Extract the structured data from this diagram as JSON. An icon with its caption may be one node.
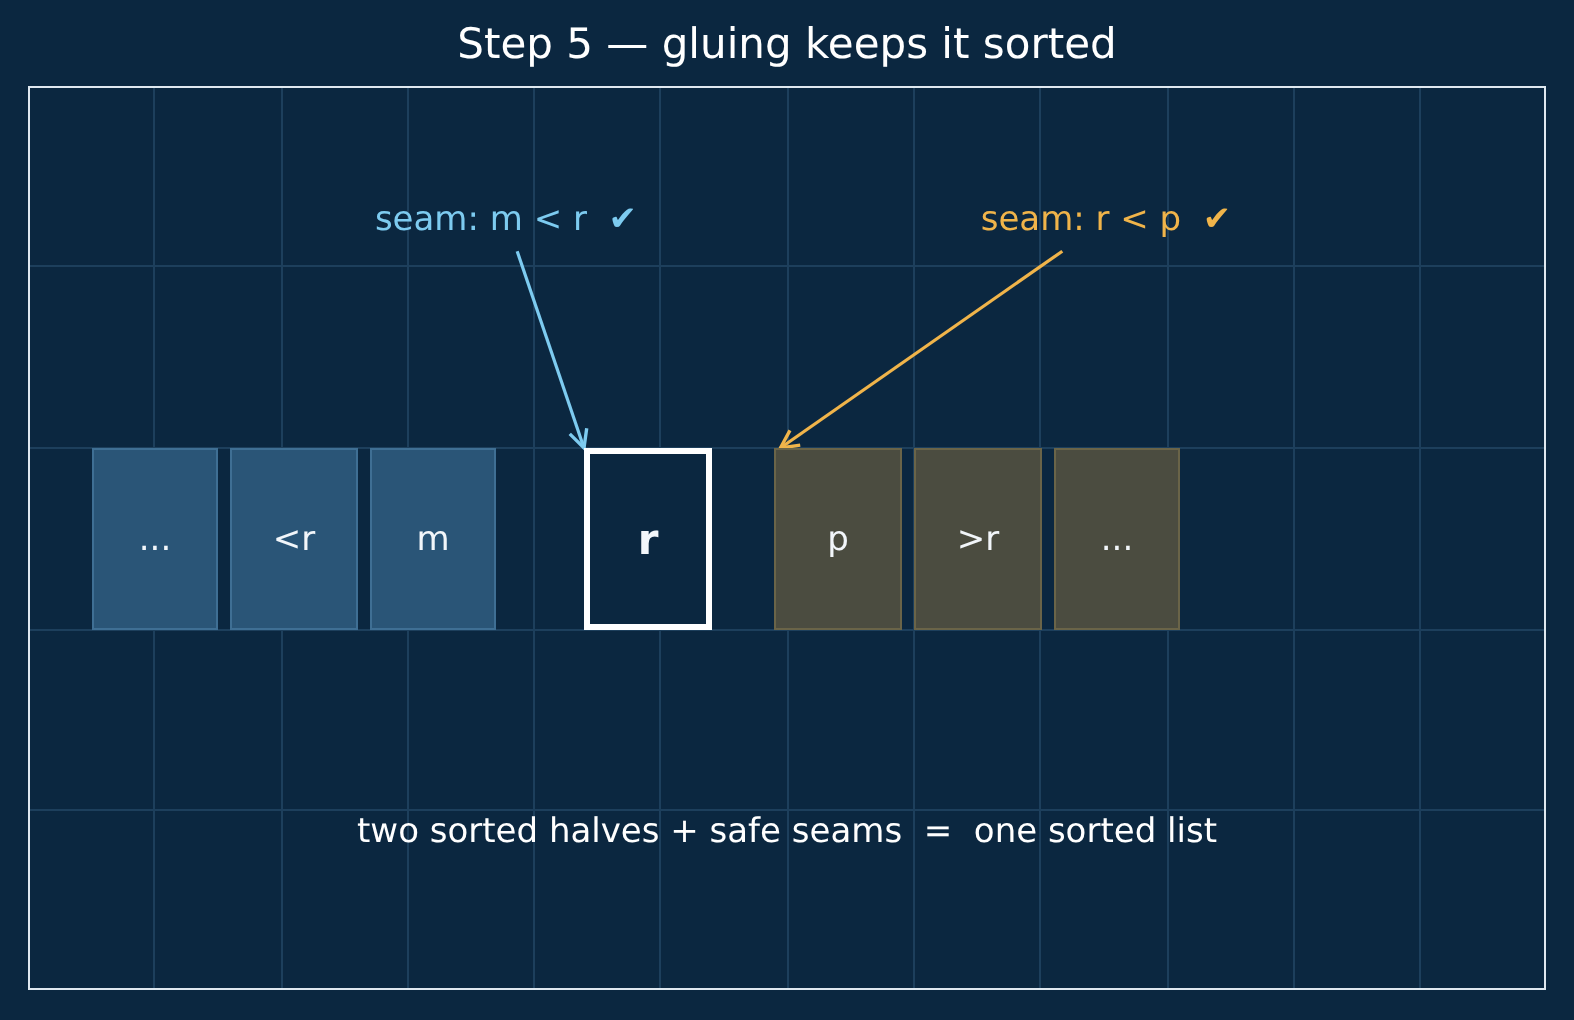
{
  "diagram": {
    "title": "Step 5 — gluing keeps it sorted",
    "nodes": [
      {
        "text": [
          "seam: m < r  ✔"
        ]
      },
      {
        "text": [
          "seam: r < p  ✔"
        ]
      },
      {
        "text": [
          "..."
        ]
      },
      {
        "text": [
          "<r"
        ]
      },
      {
        "text": [
          "m"
        ]
      },
      {
        "text": [
          "r"
        ]
      },
      {
        "text": [
          "p"
        ]
      },
      {
        "text": [
          ">r"
        ]
      },
      {
        "text": [
          "..."
        ]
      }
    ],
    "edges": [
      {
        "from": 0,
        "to": 5,
        "arrow": "to",
        "color": "#7dcbf0"
      },
      {
        "from": 1,
        "to": 6,
        "arrow": "to",
        "color": "#f0b44a"
      }
    ],
    "labels": [
      "two sorted halves + safe seams  =  one sorted list"
    ]
  }
}
